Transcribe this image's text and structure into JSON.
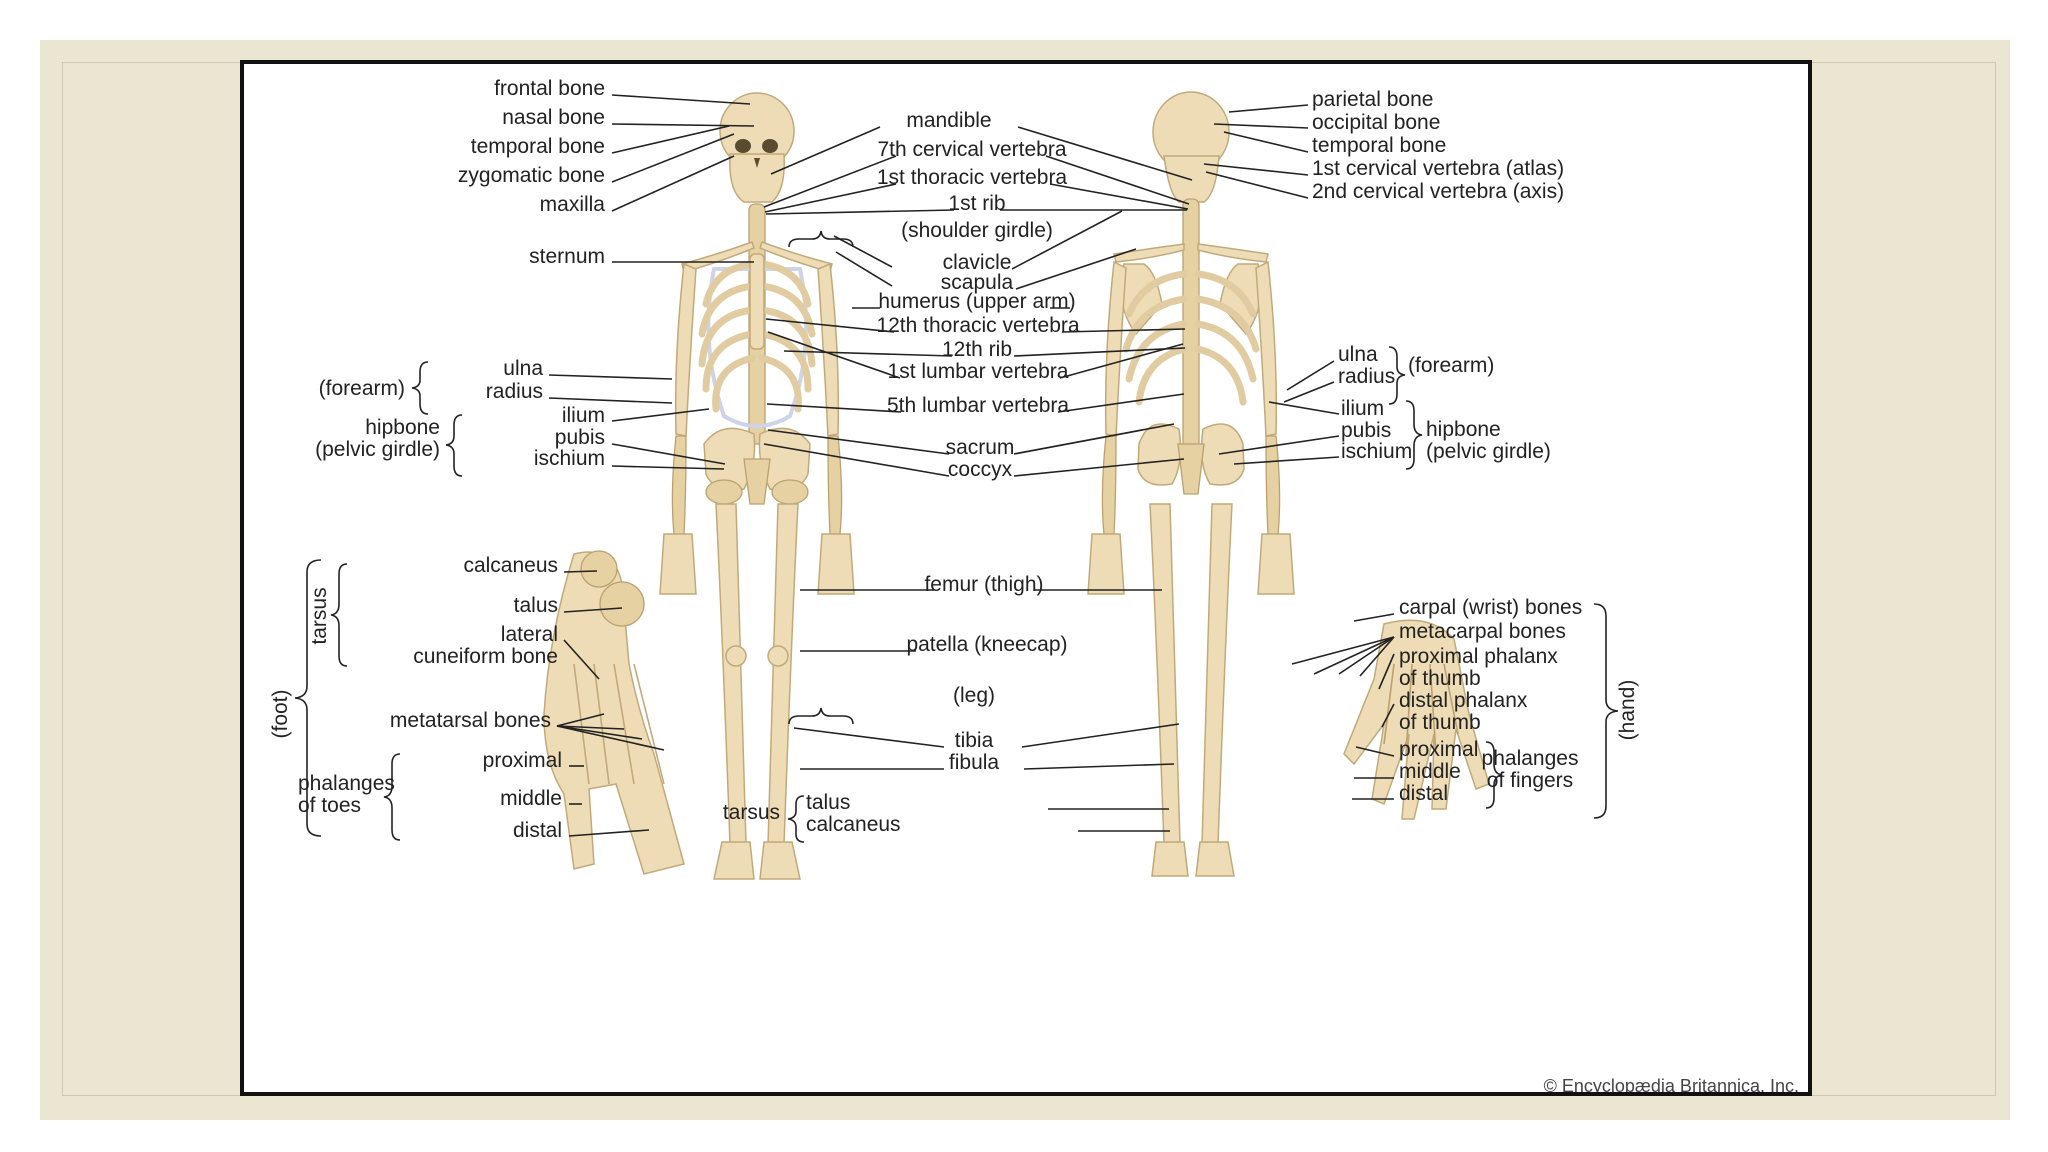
{
  "labels": {
    "frontal_bone": "frontal bone",
    "nasal_bone": "nasal bone",
    "temporal_bone_l": "temporal bone",
    "zygomatic_bone": "zygomatic bone",
    "maxilla": "maxilla",
    "sternum": "sternum",
    "forearm_l": "(forearm)",
    "ulna_l": "ulna",
    "radius_l": "radius",
    "ilium_l": "ilium",
    "hipbone_l": "hipbone",
    "pelvic_girdle_l": "(pelvic girdle)",
    "pubis_l": "pubis",
    "ischium_l": "ischium",
    "mandible": "mandible",
    "c7": "7th cervical vertebra",
    "t1": "1st thoracic vertebra",
    "rib1": "1st rib",
    "shoulder_girdle": "(shoulder girdle)",
    "clavicle": "clavicle",
    "scapula": "scapula",
    "humerus": "humerus (upper arm)",
    "t12": "12th thoracic vertebra",
    "rib12": "12th rib",
    "l1": "1st lumbar vertebra",
    "l5": "5th lumbar vertebra",
    "sacrum": "sacrum",
    "coccyx": "coccyx",
    "femur": "femur (thigh)",
    "patella": "patella (kneecap)",
    "leg": "(leg)",
    "tibia": "tibia",
    "fibula": "fibula",
    "tarsus_c": "tarsus",
    "talus_c": "talus",
    "calcaneus_c": "calcaneus",
    "parietal_bone": "parietal bone",
    "occipital_bone": "occipital bone",
    "temporal_bone_r": "temporal bone",
    "atlas": "1st cervical vertebra (atlas)",
    "axis": "2nd cervical vertebra (axis)",
    "ulna_r": "ulna",
    "radius_r": "radius",
    "forearm_r": "(forearm)",
    "ilium_r": "ilium",
    "pubis_r": "pubis",
    "ischium_r": "ischium",
    "hipbone_r": "hipbone",
    "pelvic_girdle_r": "(pelvic girdle)",
    "foot_group": "(foot)",
    "tarsus_group": "tarsus",
    "calcaneus_f": "calcaneus",
    "talus_f": "talus",
    "lateral": "lateral",
    "cuneiform_bone": "cuneiform bone",
    "metatarsal_bones": "metatarsal bones",
    "phalanges_toes_1": "phalanges",
    "phalanges_toes_2": "of toes",
    "proximal_f": "proximal",
    "middle_f": "middle",
    "distal_f": "distal",
    "carpal": "carpal (wrist) bones",
    "metacarpal": "metacarpal bones",
    "prox_thumb_1": "proximal phalanx",
    "prox_thumb_2": "of thumb",
    "dist_thumb_1": "distal phalanx",
    "dist_thumb_2": "of thumb",
    "proximal_h": "proximal",
    "middle_h": "middle",
    "distal_h": "distal",
    "phalanges_fingers_1": "phalanges",
    "phalanges_fingers_2": "of fingers",
    "hand_group": "(hand)",
    "copyright": "© Encyclopædia Britannica, Inc."
  },
  "colors": {
    "bone": "#eddcb5",
    "mat": "#ebe6d2",
    "frame_border": "#111111",
    "label_text": "#222222"
  }
}
